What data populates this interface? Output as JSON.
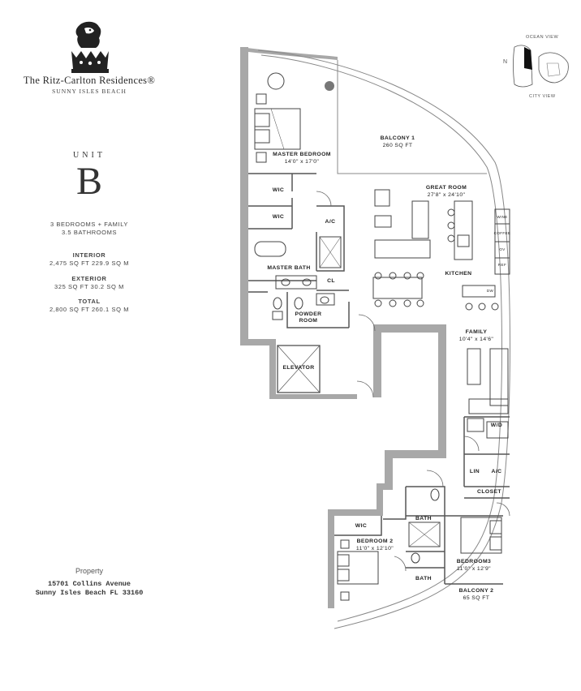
{
  "brand": {
    "name": "The Ritz-Carlton Residences®",
    "location": "SUNNY ISLES BEACH"
  },
  "unit": {
    "label": "UNIT",
    "letter": "B",
    "rooms": "3 BEDROOMS + FAMILY",
    "baths": "3.5 BATHROOMS",
    "interior_label": "INTERIOR",
    "interior_value": "2,475 SQ FT 229.9 SQ M",
    "exterior_label": "EXTERIOR",
    "exterior_value": "325 SQ FT 30.2 SQ M",
    "total_label": "TOTAL",
    "total_value": "2,800 SQ FT 260.1 SQ M"
  },
  "property": {
    "label": "Property",
    "address_line1": "15701 Collins Avenue",
    "address_line2": "Sunny Isles Beach FL 33160"
  },
  "keyplan": {
    "ocean_view": "OCEAN VIEW",
    "city_view": "CITY VIEW",
    "north": "N"
  },
  "rooms": {
    "balcony1_name": "BALCONY 1",
    "balcony1_size": "260 SQ FT",
    "master_bedroom_name": "MASTER BEDROOM",
    "master_bedroom_size": "14'0\" x 17'0\"",
    "great_room_name": "GREAT ROOM",
    "great_room_size": "27'8\" x 24'10\"",
    "wic": "WIC",
    "ac": "A/C",
    "master_bath": "MASTER BATH",
    "cl": "CL",
    "powder_room_line1": "POWDER",
    "powder_room_line2": "ROOM",
    "kitchen": "KITCHEN",
    "wine": "WINE",
    "coffee": "COFFEE",
    "ov": "OV",
    "ref": "REF",
    "dw": "DW",
    "elevator": "ELEVATOR",
    "family_name": "FAMILY",
    "family_size": "10'4\" x 14'6\"",
    "wd": "W/D",
    "lin": "LIN",
    "closet": "CLOSET",
    "bath": "BATH",
    "bedroom2_name": "BEDROOM 2",
    "bedroom2_size": "11'0\" x 12'10\"",
    "bedroom3_name": "BEDROOM3",
    "bedroom3_size": "11'0\" x 12'9\"",
    "balcony2_name": "BALCONY 2",
    "balcony2_size": "65 SQ FT"
  }
}
